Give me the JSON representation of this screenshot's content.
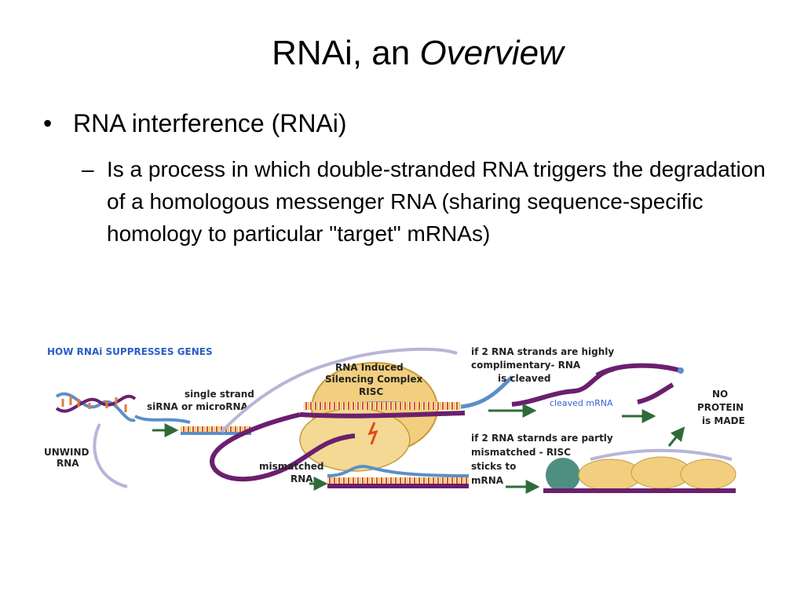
{
  "slide": {
    "title_plain": "RNAi, an ",
    "title_italic": "Overview",
    "bullet_marker": "•",
    "bullet": "RNA interference (RNAi)",
    "sub_marker": "–",
    "sub_text": "Is a process in which double-stranded RNA triggers the degradation of a homologous messenger RNA (sharing sequence-specific homology to particular \"target\" mRNAs)"
  },
  "figure": {
    "heading": "HOW RNAi SUPPRESSES GENES",
    "unwind_1": "UNWIND",
    "unwind_2": "RNA",
    "single_1": "single strand",
    "single_2": "siRNA or microRNA",
    "risc_1": "RNA Induced",
    "risc_2": "Silencing Complex",
    "risc_3": "RISC",
    "high_1": "if 2 RNA strands are highly",
    "high_2": "complimentary- RNA",
    "high_3": "is cleaved",
    "cleaved": "cleaved mRNA",
    "partly_1": "if 2 RNA starnds are partly",
    "partly_2": "mismatched - RISC",
    "partly_3": "sticks to",
    "partly_4": "mRNA",
    "mismatch_1": "mismatched",
    "mismatch_2": "RNA",
    "noprot_1": "NO",
    "noprot_2": "PROTEIN",
    "noprot_3": "is MADE",
    "colors": {
      "heading": "#2a5fc4",
      "strand_purple": "#6b1f6e",
      "strand_blue": "#5b8fc8",
      "risc_body": "#f1cf7e",
      "arrow_green": "#2f6b3a",
      "cleaved_text": "#3a5fd0"
    }
  }
}
